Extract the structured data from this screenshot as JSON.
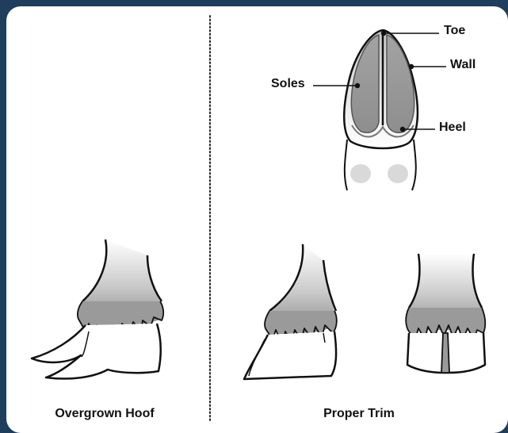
{
  "labels": {
    "toe": "Toe",
    "wall": "Wall",
    "soles": "Soles",
    "heel": "Heel"
  },
  "captions": {
    "left": "Overgrown Hoof",
    "right": "Proper Trim"
  },
  "colors": {
    "frame": "#1f3d5c",
    "background": "#ffffff",
    "sole_fill": "#9a9a9a",
    "wall_fill": "#cfcfcf",
    "frog_spot": "#d9d9d9",
    "fur_dark": "#8a8a8a"
  }
}
